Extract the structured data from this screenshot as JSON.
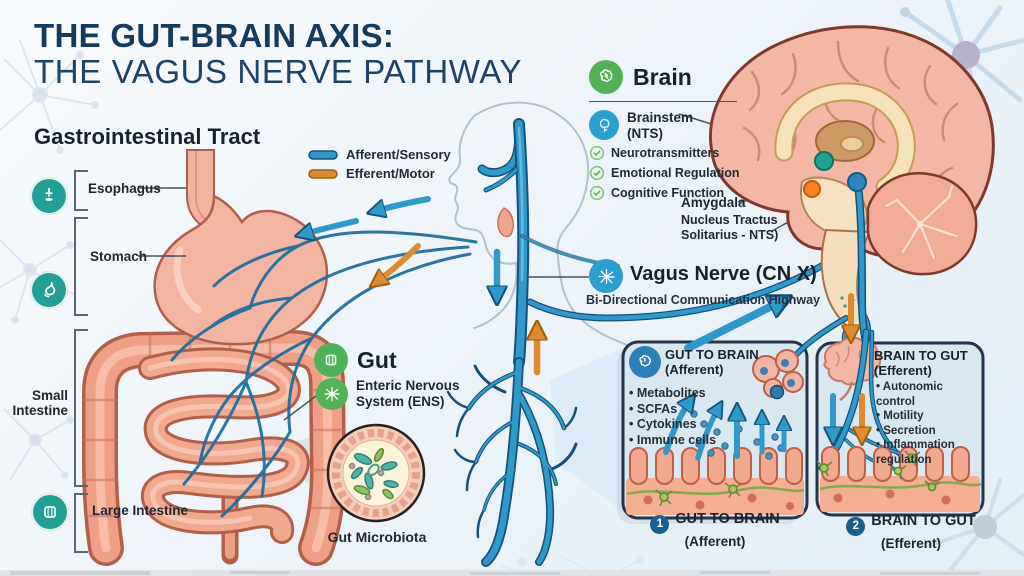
{
  "title": {
    "line1": "THE GUT-BRAIN AXIS:",
    "line2": "THE VAGUS NERVE PATHWAY"
  },
  "legend": {
    "afferent_label": "Afferent/Sensory",
    "efferent_label": "Efferent/Motor"
  },
  "gi": {
    "heading": "Gastrointestinal Tract",
    "esophagus": "Esophagus",
    "stomach": "Stomach",
    "small_intestine": "Small Intestine",
    "large_intestine": "Large Intestine"
  },
  "brain": {
    "heading": "Brain",
    "brainstem": "Brainstem (NTS)",
    "functions": [
      "Neurotransmitters",
      "Emotional Regulation",
      "Cognitive Function"
    ],
    "amygdala": "Amygdala",
    "nts": "Nucleus Tractus Solitarius - NTS)"
  },
  "vagus": {
    "heading": "Vagus Nerve (CN X)",
    "sub": "Bi-Directional Communication Highway"
  },
  "gut": {
    "heading": "Gut",
    "ens": "Enteric Nervous System (ENS)",
    "microbiota": "Gut Microbiota"
  },
  "panel_gut_to_brain": {
    "num": "1",
    "title": "GUT TO BRAIN",
    "subtitle": "(Afferent)",
    "items": [
      "Metabolites",
      "SCFAs",
      "Cytokines",
      "Immune cells"
    ]
  },
  "panel_brain_to_gut": {
    "num": "2",
    "title": "BRAIN TO GUT",
    "subtitle": "(Efferent)",
    "items": [
      "Autonomic control",
      "Motility",
      "Secretion",
      "Inflammation regulation"
    ]
  },
  "colors": {
    "afferent_blue": "#3096c8",
    "efferent_orange": "#dd8a2f",
    "teal_icon": "#23a095",
    "green_icon": "#53b257",
    "navy": "#143a5e",
    "panel_bg": "#d9e7f1"
  }
}
